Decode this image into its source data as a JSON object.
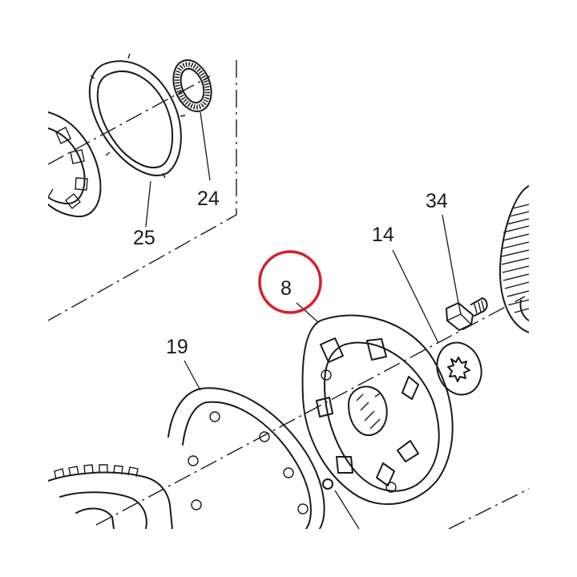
{
  "diagram": {
    "callouts": [
      {
        "id": "part-25",
        "label": "25"
      },
      {
        "id": "part-24",
        "label": "24"
      },
      {
        "id": "part-34",
        "label": "34"
      },
      {
        "id": "part-14",
        "label": "14"
      },
      {
        "id": "part-8",
        "label": "8"
      },
      {
        "id": "part-19",
        "label": "19"
      }
    ],
    "highlighted_callout": "8",
    "colors": {
      "line": "#1a1a1a",
      "highlight": "#d81e2a",
      "background": "#ffffff"
    }
  }
}
